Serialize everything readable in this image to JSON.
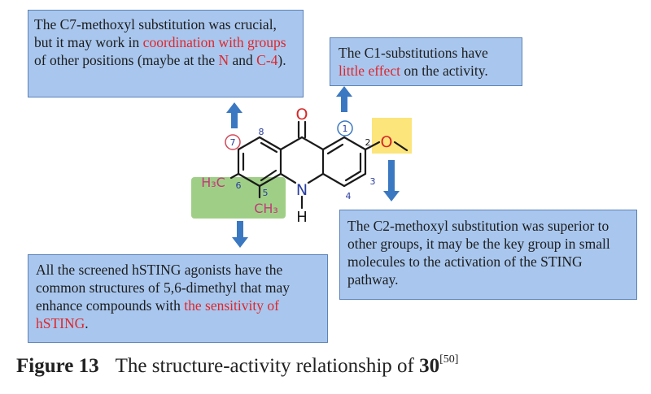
{
  "callouts": {
    "c7": {
      "p1": "The C7-methoxyl substitution was crucial, but it may work in ",
      "r1": "coordination with groups",
      "p2": " of other positions (maybe at the ",
      "r2": "N",
      "p3": " and ",
      "r3": "C-4",
      "p4": ")."
    },
    "c1": {
      "p1": "The C1-substitutions have ",
      "r1": "little effect",
      "p2": " on the activity."
    },
    "c2": {
      "p1": "The C2-methoxyl substitution was superior to other groups, it may be the key group in small molecules to the activation of the STING pathway."
    },
    "c56": {
      "p1": "All the screened hSTING agonists have the common structures of 5,6-dimethyl that may enhance compounds with ",
      "r1": "the sensitivity of hSTING",
      "p2": "."
    }
  },
  "molecule": {
    "o_carbonyl": "O",
    "o_methoxy": "O",
    "n_ring": "N",
    "h_ring": "H",
    "me6": "H₃C",
    "me5": "CH₃",
    "pos1": "1",
    "pos2": "2",
    "pos3": "3",
    "pos4": "4",
    "pos5": "5",
    "pos6": "6",
    "pos7": "7",
    "pos8": "8"
  },
  "caption": {
    "label": "Figure 13",
    "text": "The structure-activity relationship of ",
    "compound": "30",
    "ref": "[50]"
  },
  "colors": {
    "box_fill": "#a9c7ee",
    "box_border": "#5b82b8",
    "arrow": "#3a78c2",
    "highlight_red": "#e0262a",
    "methyl_highlight": "#9fcf86",
    "methoxy_highlight": "#fce57a",
    "magenta_label": "#c2397a",
    "position_blue": "#2a3e9e"
  }
}
